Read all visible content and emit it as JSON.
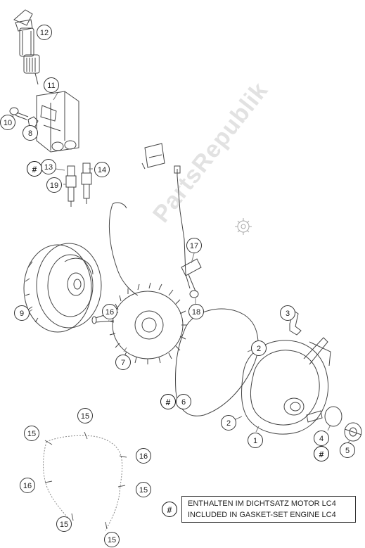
{
  "diagram": {
    "watermark": "PartsRepublik",
    "callouts": [
      {
        "id": "c12",
        "label": "12"
      },
      {
        "id": "c11",
        "label": "11"
      },
      {
        "id": "c10",
        "label": "10"
      },
      {
        "id": "c8",
        "label": "8"
      },
      {
        "id": "c13",
        "label": "13"
      },
      {
        "id": "c14",
        "label": "14"
      },
      {
        "id": "c19",
        "label": "19"
      },
      {
        "id": "c17",
        "label": "17"
      },
      {
        "id": "c9",
        "label": "9"
      },
      {
        "id": "c16a",
        "label": "16"
      },
      {
        "id": "c18",
        "label": "18"
      },
      {
        "id": "c3",
        "label": "3"
      },
      {
        "id": "c2a",
        "label": "2"
      },
      {
        "id": "c7",
        "label": "7"
      },
      {
        "id": "c6",
        "label": "6"
      },
      {
        "id": "c2b",
        "label": "2"
      },
      {
        "id": "c1",
        "label": "1"
      },
      {
        "id": "c4",
        "label": "4"
      },
      {
        "id": "c5",
        "label": "5"
      },
      {
        "id": "c15a",
        "label": "15"
      },
      {
        "id": "c15b",
        "label": "15"
      },
      {
        "id": "c16b",
        "label": "16"
      },
      {
        "id": "c16c",
        "label": "16"
      },
      {
        "id": "c15c",
        "label": "15"
      },
      {
        "id": "c15d",
        "label": "15"
      },
      {
        "id": "c15e",
        "label": "15"
      }
    ],
    "hash_marks": [
      {
        "id": "h13",
        "label": "#"
      },
      {
        "id": "h6",
        "label": "#"
      },
      {
        "id": "h4",
        "label": "#"
      }
    ],
    "legend": {
      "symbol": "#",
      "line1": "ENTHALTEN IM DICHTSATZ MOTOR LC4",
      "line2": "INCLUDED IN GASKET-SET ENGINE LC4"
    }
  }
}
